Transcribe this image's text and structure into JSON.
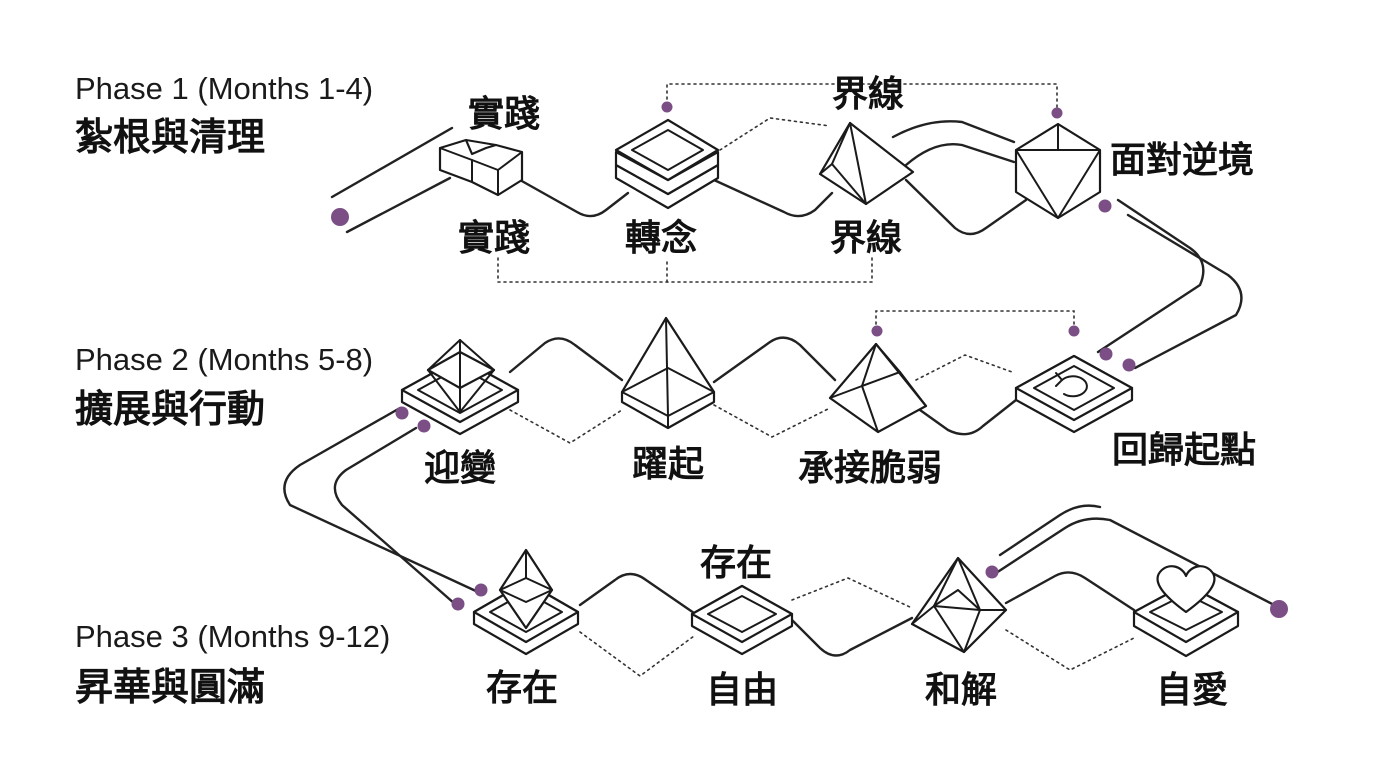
{
  "colors": {
    "accent": "#7b4f85",
    "line": "#222222",
    "text": "#111111",
    "background": "#ffffff"
  },
  "phases": [
    {
      "title": "Phase 1 (Months 1-4)",
      "subtitle": "紮根與清理"
    },
    {
      "title": "Phase 2 (Months 5-8)",
      "subtitle": "擴展與行動"
    },
    {
      "title": "Phase 3 (Months 9-12)",
      "subtitle": "昇華與圓滿"
    }
  ],
  "phase1": {
    "top_labels": [
      "實踐",
      "界線",
      "面對逆境"
    ],
    "bottom_labels": [
      "實踐",
      "轉念",
      "界線"
    ]
  },
  "phase2": {
    "labels": [
      "迎變",
      "躍起",
      "承接脆弱",
      "回歸起點"
    ]
  },
  "phase3": {
    "top_labels": [
      "存在"
    ],
    "bottom_labels": [
      "存在",
      "自由",
      "和解",
      "自愛"
    ]
  },
  "icons": [
    "stepped-block-icon",
    "stacked-square-icon",
    "pyramid-icon",
    "octahedron-icon",
    "tiered-pyramid-icon",
    "tall-pyramid-icon",
    "split-pyramid-icon",
    "return-arrow-icon",
    "crystal-on-tile-icon",
    "square-frame-icon",
    "star-pyramid-icon",
    "heart-on-tile-icon"
  ]
}
